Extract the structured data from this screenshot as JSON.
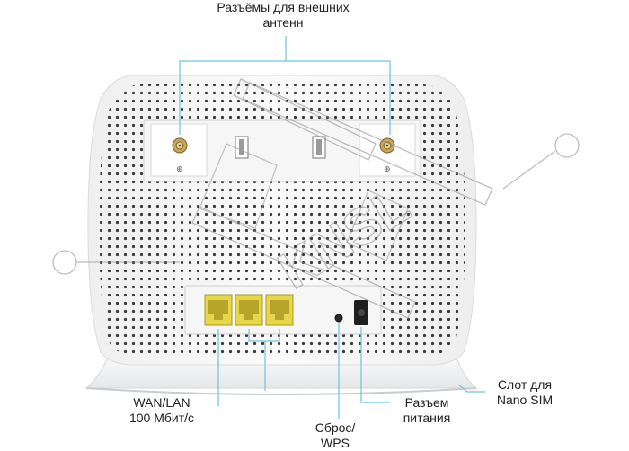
{
  "callouts": {
    "antenna": {
      "line1": "Разъёмы для внешних",
      "line2": "антенн"
    },
    "wan_lan": {
      "line1": "WAN/LAN",
      "line2": "100 Мбит/с"
    },
    "reset_wps": {
      "line1": "Сброс/",
      "line2": "WPS"
    },
    "power": {
      "line1": "Разъем",
      "line2": "питания"
    },
    "sim": {
      "line1": "Слот для",
      "line2": "Nano SIM"
    }
  },
  "watermark": {
    "text": "KNSL"
  },
  "colors": {
    "callout_line": "#6cc3e0",
    "ethernet_port": "#e6d64a",
    "body": "#f4f4f4",
    "holes": "#3a3a3a"
  }
}
